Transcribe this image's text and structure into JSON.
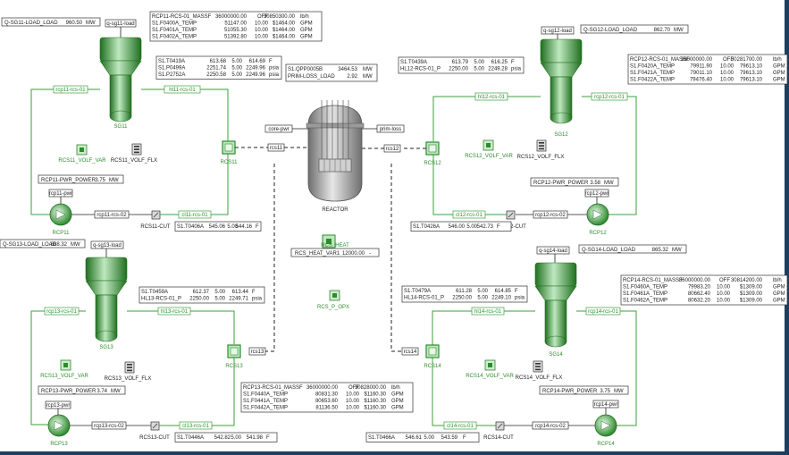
{
  "colors": {
    "green": "#3aa03a",
    "dark_green": "#1f6f1f",
    "frame": "#1c3f5f",
    "vessel": "#8f8f8f"
  },
  "sg11": {
    "load_label": "Q-SG11-LOAD_LOAD",
    "load_value": "960.50",
    "load_unit": "MW",
    "tag": "q-sg11-load",
    "name": "SG11",
    "table": [
      [
        "RCP11-RCS-01_MASSF",
        "36000000.00",
        "OFF",
        "30850300.00",
        "lb/h"
      ],
      [
        "S1.F0400A_TEMP",
        "51147.00",
        "10.00",
        "$1464.00",
        "GPM"
      ],
      [
        "S1.F0401A_TEMP",
        "51055.30",
        "10.00",
        "$1464.00",
        "GPM"
      ],
      [
        "S1.F0402A_TEMP",
        "51392.80",
        "10.00",
        "$1464.00",
        "GPM"
      ]
    ],
    "temps": [
      [
        "S1.T0419A",
        "613.68",
        "5.00",
        "614.69",
        "F"
      ],
      [
        "S1.P0499A",
        "2251.74",
        "5.00",
        "2249.96",
        "psia"
      ],
      [
        "S1.P2752A",
        "2250.58",
        "5.00",
        "2249.96",
        "psia"
      ]
    ],
    "pipe_left": "rcp11-rcs-01",
    "pipe_right": "hl11-rcs-01",
    "volf_var": "RCS11_VOLF_VAR",
    "volf_flx": "RCS11_VOLF_FLX",
    "pump_power_label": "RCP11-PWR_POWER",
    "pump_power_value": "3.75",
    "pump_power_unit": "MW",
    "pump_tag": "rcp11-pwr",
    "pump_name": "RCP11",
    "rcs02": "rcp11-rcs-02",
    "cut": "RCS11-CUT",
    "cl": "cl11-rcs-01",
    "cl_temp": [
      "S1.T0406A",
      "545.06",
      "5.00",
      "544.16",
      "F"
    ],
    "rcs_junction": "RCS11",
    "hot_tag": "rcs11"
  },
  "sg12": {
    "load_label": "Q-SG12-LOAD_LOAD",
    "load_value": "862.70",
    "load_unit": "MW",
    "tag": "q-sg12-load",
    "name": "SG12",
    "table": [
      [
        "RCP12-RCS-01_MASSF",
        "36000000.00",
        "OFF",
        "30281700.00",
        "lb/h"
      ],
      [
        "S1.F0420A_TEMP",
        "79911.90",
        "10.00",
        "79613.10",
        "GPM"
      ],
      [
        "S1.F0421A_TEMP",
        "79011.10",
        "10.00",
        "79613.10",
        "GPM"
      ],
      [
        "S1.F0422A_TEMP",
        "79476.40",
        "10.00",
        "79613.10",
        "GPM"
      ]
    ],
    "temps": [
      [
        "S1.T0439A",
        "613.79",
        "5.00",
        "616.25",
        "F"
      ],
      [
        "HL12-RCS-01_P",
        "2250.00",
        "5.00",
        "2249.28",
        "psia"
      ]
    ],
    "pipe_left": "hl12-rcs-01",
    "pipe_right": "rcp12-rcs-01",
    "volf_var": "RCS12_VOLF_VAR",
    "volf_flx": "RCS12_VOLF_FLX",
    "pump_power_label": "RCP12-PWR_POWER",
    "pump_power_value": "3.58",
    "pump_power_unit": "MW",
    "pump_tag": "rcp12-pwr",
    "pump_name": "RCP12",
    "rcs02": "rcp12-rcs-02",
    "cut": "RCS12-CUT",
    "cl": "cl12-rcs-01",
    "cl_temp": [
      "S1.T0426A",
      "546.00",
      "5.00",
      "542.73",
      "F"
    ],
    "rcs_junction": "RCS12",
    "hot_tag": "rcs12"
  },
  "sg13": {
    "load_label": "Q-SG13-LOAD_LOAD",
    "load_value": "868.32",
    "load_unit": "MW",
    "tag": "q-sg13-load",
    "name": "SG13",
    "table": [
      [
        "RCP13-RCS-01_MASSF",
        "36000000.00",
        "OFF",
        "30828000.00",
        "lb/h"
      ],
      [
        "S1.F0440A_TEMP",
        "80831.30",
        "10.00",
        "$1160.30",
        "GPM"
      ],
      [
        "S1.F0441A_TEMP",
        "80653.60",
        "10.00",
        "$1160.30",
        "GPM"
      ],
      [
        "S1.F0442A_TEMP",
        "81136.50",
        "10.00",
        "$1160.30",
        "GPM"
      ]
    ],
    "temps": [
      [
        "S1.T0459A",
        "612.37",
        "5.00",
        "613.44",
        "F"
      ],
      [
        "HL13-RCS-01_P",
        "2250.00",
        "5.00",
        "2249.71",
        "psia"
      ]
    ],
    "pipe_left": "rcp13-rcs-01",
    "pipe_right": "hl13-rcs-01",
    "volf_var": "RCS13_VOLF_VAR",
    "volf_flx": "RCS13_VOLF_FLX",
    "pump_power_label": "RCP13-PWR_POWER",
    "pump_power_value": "3.74",
    "pump_power_unit": "MW",
    "pump_tag": "rcp13-pwr",
    "pump_name": "RCP13",
    "rcs02": "rcp13-rcs-02",
    "cut": "RCS13-CUT",
    "cl": "cl13-rcs-01",
    "cl_temp": [
      "S1.T0446A",
      "542.82",
      "5.00",
      "541.98",
      "F"
    ],
    "rcs_junction": "RCS13",
    "hot_tag": "rcs13"
  },
  "sg14": {
    "load_label": "Q-SG14-LOAD_LOAD",
    "load_value": "865.32",
    "load_unit": "MW",
    "tag": "q-sg14-load",
    "name": "SG14",
    "table": [
      [
        "RCP14-RCS-01_MASSF",
        "36000000.00",
        "OFF",
        "30814200.00",
        "lb/h"
      ],
      [
        "S1.F0460A_TEMP",
        "79983.20",
        "10.00",
        "$1309.00",
        "GPM"
      ],
      [
        "S1.F0461A_TEMP",
        "80662.40",
        "10.00",
        "$1309.00",
        "GPM"
      ],
      [
        "S1.F0462A_TEMP",
        "80632.20",
        "10.00",
        "$1309.00",
        "GPM"
      ]
    ],
    "temps": [
      [
        "S1.T0479A",
        "611.28",
        "5.00",
        "614.85",
        "F"
      ],
      [
        "HL14-RCS-01_P",
        "2250.00",
        "5.00",
        "2249.10",
        "psia"
      ]
    ],
    "pipe_left": "hl14-rcs-01",
    "pipe_right": "rcp14-rcs-01",
    "volf_var": "RCS14_VOLF_VAR",
    "volf_flx": "RCS14_VOLF_FLX",
    "pump_power_label": "RCP14-PWR_POWER",
    "pump_power_value": "3.75",
    "pump_power_unit": "MW",
    "pump_tag": "rcp14-pwr",
    "pump_name": "RCP14",
    "rcs02": "rcp14-rcs-02",
    "cut": "RCS14-CUT",
    "cl": "cl14-rcs-01",
    "cl_temp": [
      "S1.T0466A",
      "546.61",
      "5.00",
      "543.59",
      "F"
    ],
    "rcs_junction": "RCS14",
    "hot_tag": "rcs14"
  },
  "reactor": {
    "name": "REACTOR",
    "core_tag": "core-pwr",
    "prim_tag": "prim-loss",
    "power": [
      [
        "S1.QPP0005B",
        "3464.53",
        "MW"
      ],
      [
        "PRIM-LOSS_LOAD",
        "2.92",
        "MW"
      ]
    ],
    "heat_name": "RCS_HEAT",
    "heat_label": "RCS_HEAT_VAR1",
    "heat_value": "12000.00",
    "heat_unit": "-",
    "opx": "RCS_P_OPX"
  }
}
